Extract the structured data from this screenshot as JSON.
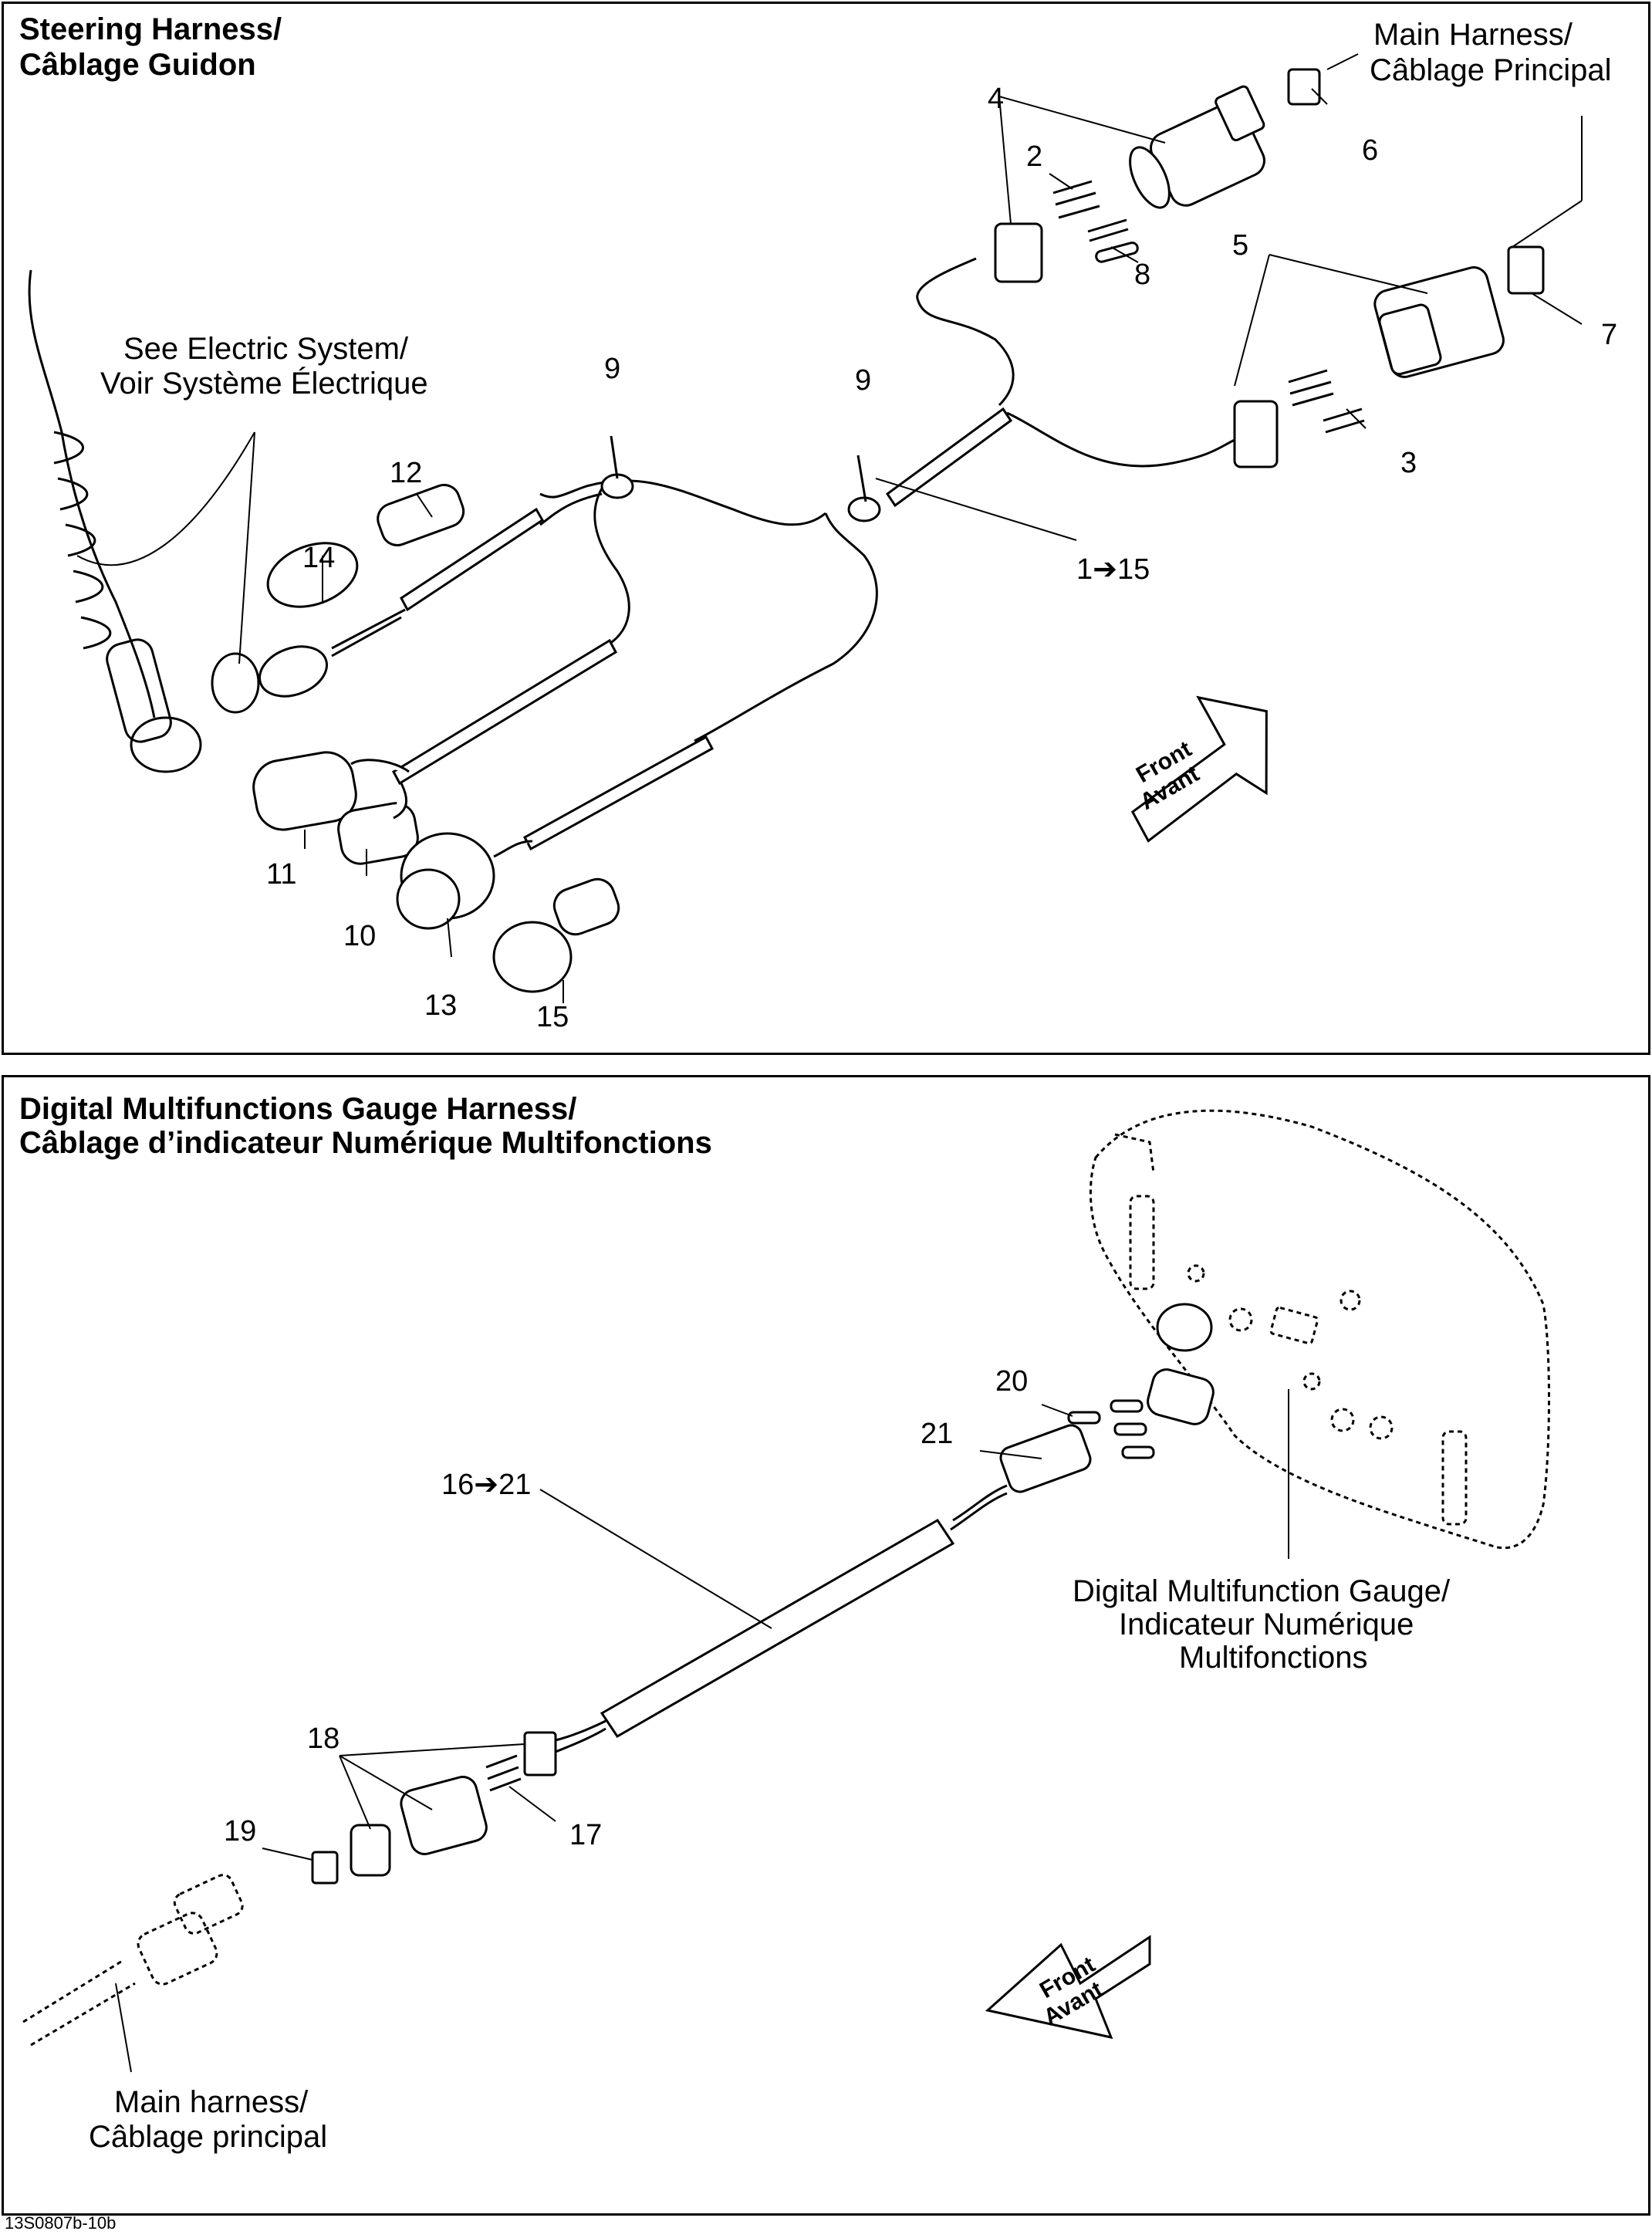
{
  "top_panel": {
    "title_line1": "Steering Harness/",
    "title_line2": "Câblage Guidon",
    "main_harness_line1": "Main Harness/",
    "main_harness_line2": "Câblage Principal",
    "electric_line1": "See Electric System/",
    "electric_line2": "Voir Système Électrique",
    "front_line1": "Front",
    "front_line2": "Avant",
    "callouts": [
      "4",
      "2",
      "6",
      "8",
      "5",
      "7",
      "3",
      "9",
      "9",
      "1➔15",
      "12",
      "14",
      "11",
      "10",
      "13",
      "15"
    ]
  },
  "bottom_panel": {
    "title_line1": "Digital Multifunctions Gauge Harness/",
    "title_line2": "Câblage d’indicateur Numérique Multifonctions",
    "gauge_line1": "Digital Multifunction Gauge/",
    "gauge_line2": "Indicateur Numérique",
    "gauge_line3": "Multifonctions",
    "main_harness_line1": "Main harness/",
    "main_harness_line2": "Câblage principal",
    "front_line1": "Front",
    "front_line2": "Avant",
    "callouts": [
      "20",
      "21",
      "16➔21",
      "18",
      "19",
      "17"
    ]
  },
  "doc_code": "13S0807b-10b"
}
